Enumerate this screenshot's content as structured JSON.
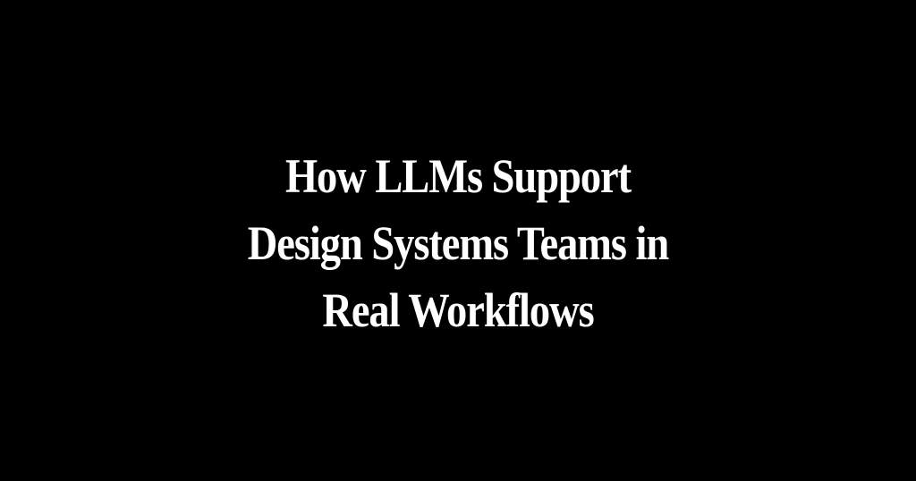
{
  "background_color": "#000000",
  "text_color": "#ffffff",
  "title": {
    "lines": [
      "How LLMs Support",
      "Design Systems Teams in",
      "Real Workflows"
    ],
    "full_text": "How LLMs Support Design Systems Teams in Real Workflows"
  }
}
